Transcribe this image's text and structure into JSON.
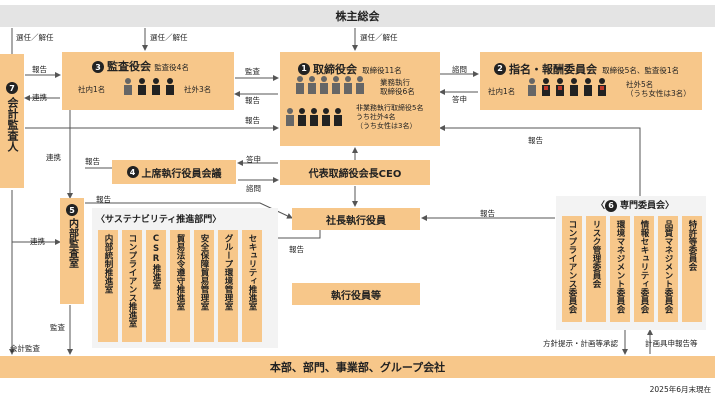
{
  "shareholders": "株主総会",
  "auditor": {
    "num": "7",
    "label": "会計監査人"
  },
  "audit_board": {
    "num": "3",
    "title": "監査役会",
    "sub": "監査役4名",
    "inside": "社内1名",
    "outside": "社外3名"
  },
  "board": {
    "num": "1",
    "title": "取締役会",
    "sub": "取締役11名",
    "exec": "業務執行",
    "exec2": "取締役6名",
    "nonexec": "非業務執行取締役5名",
    "nonexec2": "うち社外4名",
    "nonexec3": "（うち女性は3名）"
  },
  "nomination": {
    "num": "2",
    "title": "指名・報酬委員会",
    "sub": "取締役5名、監査役1名",
    "inside": "社内1名",
    "outside": "社外5名",
    "outside2": "（うち女性は3名）"
  },
  "senior": {
    "num": "4",
    "title": "上席執行役員会議"
  },
  "ceo": "代表取締役会長CEO",
  "president": "社長執行役員",
  "officers": "執行役員等",
  "internal_audit": {
    "num": "5",
    "label": "内部監査室"
  },
  "sustainability": {
    "title": "〈サステナビリティ推進部門〉",
    "items": [
      "内部統制推進室",
      "コンプライアンス推進室",
      "CSR推進室",
      "貿易法令遵守推進室",
      "安全保障貿易管理室",
      "グループ環境管理室",
      "セキュリティ推進室"
    ]
  },
  "committees": {
    "num": "6",
    "title": "専門委員会",
    "items": [
      "コンプライアンス委員会",
      "リスク管理委員会",
      "環境マネジメント委員会",
      "情報セキュリティ委員会",
      "品質マネジメント委員会",
      "特許等委員会"
    ]
  },
  "bottom": "本部、部門、事業部、グループ会社",
  "footnote": "2025年6月末現在",
  "labels": {
    "appoint1": "選任／解任",
    "appoint2": "選任／解任",
    "appoint3": "選任／解任",
    "report_a": "報告",
    "coop_a": "連携",
    "audit_a": "監査",
    "report_b": "報告",
    "consult": "諮問",
    "answer": "答申",
    "report_c": "報告",
    "report_d": "報告",
    "coop_b": "連携",
    "report_e": "報告",
    "report_f": "報告",
    "answer2": "答申",
    "consult2": "諮問",
    "report_g": "報告",
    "report_h": "報告",
    "coop_c": "連携",
    "audit_b": "監査",
    "audit_acc": "会計監査",
    "policy": "方針提示・計画等承認",
    "plan": "計画具申報告等"
  }
}
